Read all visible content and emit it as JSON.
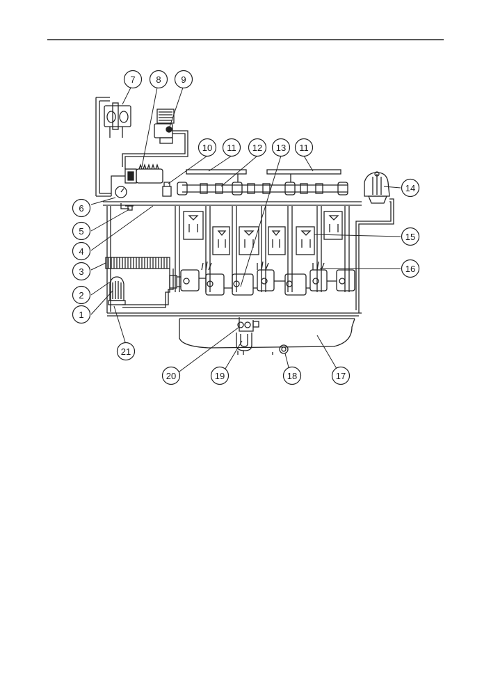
{
  "diagram": {
    "callouts": [
      {
        "id": "c1",
        "label": "1"
      },
      {
        "id": "c2",
        "label": "2"
      },
      {
        "id": "c3",
        "label": "3"
      },
      {
        "id": "c4",
        "label": "4"
      },
      {
        "id": "c5",
        "label": "5"
      },
      {
        "id": "c6",
        "label": "6"
      },
      {
        "id": "c7",
        "label": "7"
      },
      {
        "id": "c8",
        "label": "8"
      },
      {
        "id": "c9",
        "label": "9"
      },
      {
        "id": "c10",
        "label": "10"
      },
      {
        "id": "c11a",
        "label": "11"
      },
      {
        "id": "c11b",
        "label": "11"
      },
      {
        "id": "c12",
        "label": "12"
      },
      {
        "id": "c13",
        "label": "13"
      },
      {
        "id": "c14",
        "label": "14"
      },
      {
        "id": "c15",
        "label": "15"
      },
      {
        "id": "c16",
        "label": "16"
      },
      {
        "id": "c17",
        "label": "17"
      },
      {
        "id": "c18",
        "label": "18"
      },
      {
        "id": "c19",
        "label": "19"
      },
      {
        "id": "c20",
        "label": "20"
      },
      {
        "id": "c21",
        "label": "21"
      }
    ]
  }
}
